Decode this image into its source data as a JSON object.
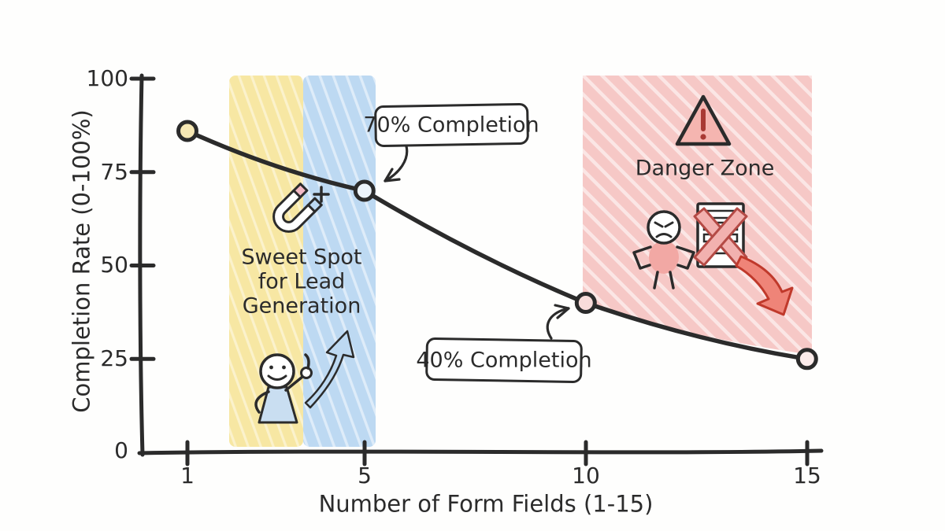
{
  "chart_data": {
    "type": "line",
    "title": "",
    "xlabel": "Number of Form Fields (1-15)",
    "ylabel": "Completion Rate (0-100%)",
    "xlim": [
      1,
      15
    ],
    "ylim": [
      0,
      100
    ],
    "x_ticks": [
      1,
      5,
      10,
      15
    ],
    "y_ticks": [
      0,
      25,
      50,
      75,
      100
    ],
    "grid": false,
    "legend": false,
    "points": [
      {
        "x": 1,
        "y": 86
      },
      {
        "x": 5,
        "y": 70
      },
      {
        "x": 10,
        "y": 40
      },
      {
        "x": 15,
        "y": 25
      }
    ],
    "line_color": "#2b2b2b",
    "point_colors": [
      "#F6E8B4",
      "#EDF4FB",
      "#F8DCDA",
      "#FBEBEA"
    ],
    "annotations": [
      {
        "text": "70% Completion",
        "target": {
          "x": 5,
          "y": 70
        }
      },
      {
        "text": "40% Completion",
        "target": {
          "x": 10,
          "y": 40
        }
      }
    ],
    "zones": [
      {
        "name": "sweet-spot",
        "label": "Sweet Spot for Lead Generation",
        "x_range": [
          2,
          5
        ],
        "colors": [
          "#F7E7A3",
          "#BDD9F2"
        ]
      },
      {
        "name": "danger-zone",
        "label": "Danger Zone",
        "x_range": [
          10,
          15
        ],
        "colors": [
          "#F6C8C6"
        ]
      }
    ]
  },
  "labels": {
    "y_axis_title": "Completion Rate (0-100%)",
    "x_axis_title": "Number of Form Fields (1-15)",
    "y_ticks": [
      "100",
      "75",
      "50",
      "25",
      "0"
    ],
    "x_ticks": [
      "1",
      "5",
      "10",
      "15"
    ],
    "callout_70": "70% Completion",
    "callout_40": "40% Completion",
    "sweet_line1": "Sweet Spot",
    "sweet_line2": "for Lead",
    "sweet_line3": "Generation",
    "danger": "Danger Zone"
  },
  "icons": {
    "magnet": "magnet-icon",
    "happy_figure": "happy-thumbs-up-figure-icon",
    "growth_arrow": "growth-arrow-icon",
    "warning": "warning-triangle-icon",
    "angry_figure": "angry-figure-icon",
    "rejected_form": "rejected-form-icon",
    "decline_arrow": "decline-arrow-icon"
  },
  "colors": {
    "line": "#2b2b2b",
    "sweet_yellow": "#F7E7A3",
    "sweet_blue": "#BDD9F2",
    "danger_pink": "#F6C8C6",
    "red_accent": "#C0392B",
    "red_fill": "#EF8478",
    "warning_fill": "#F5B5B0",
    "text": "#2b2b2b"
  }
}
